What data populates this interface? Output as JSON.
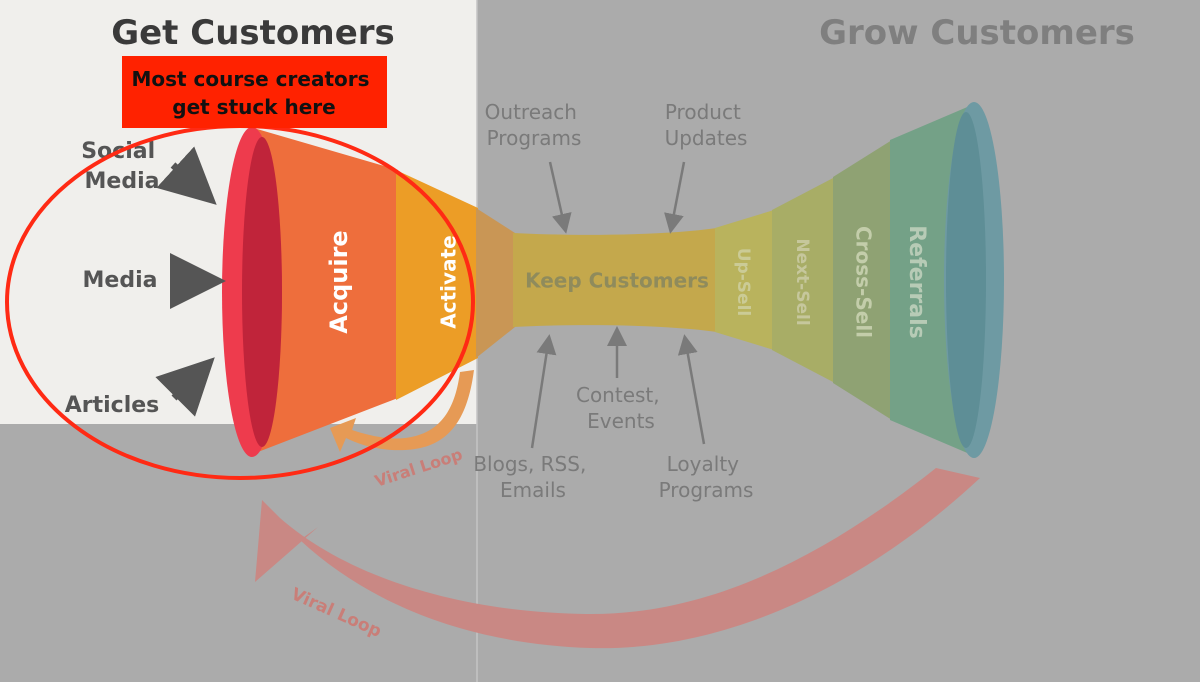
{
  "titles": {
    "left": "Get Customers",
    "right": "Grow Customers"
  },
  "callout": {
    "line1": "Most course creators",
    "line2": "get stuck here"
  },
  "sources": {
    "social_line1": "Social",
    "social_line2": "Media",
    "media": "Media",
    "articles": "Articles"
  },
  "funnel": {
    "acquire": "Acquire",
    "activate": "Activate",
    "keep": "Keep Customers",
    "upsell": "Up-Sell",
    "nextsell": "Next-Sell",
    "crosssell": "Cross-Sell",
    "referrals": "Referrals"
  },
  "influences": {
    "outreach_line1": "Outreach",
    "outreach_line2": "Programs",
    "product_line1": "Product",
    "product_line2": "Updates",
    "contest_line1": "Contest,",
    "contest_line2": "Events",
    "blogs_line1": "Blogs, RSS,",
    "blogs_line2": "Emails",
    "loyalty_line1": "Loyalty",
    "loyalty_line2": "Programs"
  },
  "loops": {
    "inner": "Viral Loop",
    "outer": "Viral Loop"
  },
  "colors": {
    "highlight_bg": "#f0efec",
    "dim_bg": "#ababab",
    "callout_bg": "#ff2200",
    "circle": "#ff2a14",
    "acquire": "#ee6e3c",
    "activate": "#ec9d26",
    "keep": "#c4a84c",
    "upsell": "#b9b35d",
    "nextsell": "#a8ad66",
    "crosssell": "#8fa273",
    "referrals": "#74a187",
    "mouth": "#6e9aa3",
    "loop": "#c98884"
  }
}
